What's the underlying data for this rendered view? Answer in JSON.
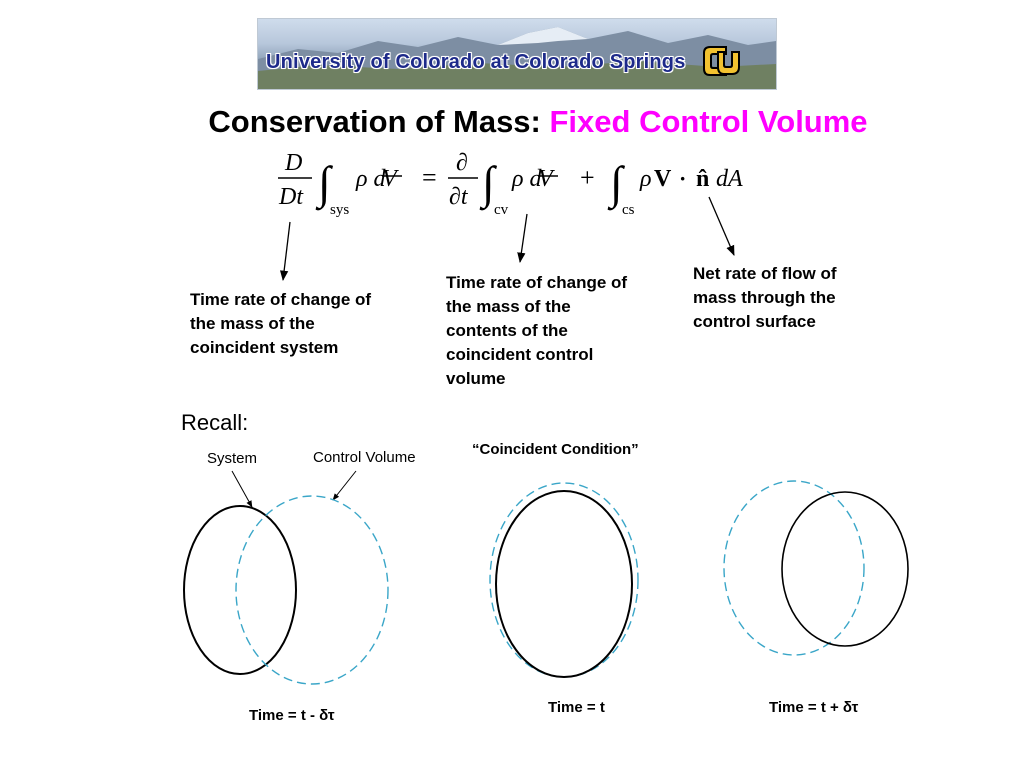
{
  "banner": {
    "institution": "University of Colorado at Colorado Springs",
    "logo_icon": "cu-logo-icon"
  },
  "slide": {
    "title_main": "Conservation of Mass:",
    "title_highlight": "Fixed Control Volume",
    "highlight_color": "#ff00ff"
  },
  "equation": {
    "lhs_numer": "D",
    "lhs_denom": "Dt",
    "integral_1_sub": "sys",
    "integrand_1": "ρ d",
    "volume_symbol": "V",
    "equals": "=",
    "partial_numer": "∂",
    "partial_denom": "∂t",
    "integral_2_sub": "cv",
    "integrand_2": "ρ d",
    "plus": "+",
    "integral_3_sub": "cs",
    "rho": "ρ",
    "velocity": "V",
    "dot": "·",
    "normal": "n̂",
    "dA": "dA"
  },
  "annotations": {
    "system": [
      "Time rate of change of",
      "the mass of the",
      "coincident system"
    ],
    "control_volume": [
      "Time rate of change of",
      "the mass of the",
      "contents of the",
      "coincident control",
      "volume"
    ],
    "surface": [
      "Net rate of flow of",
      "mass through the",
      "control surface"
    ]
  },
  "recall": {
    "heading": "Recall:",
    "condition_label": "“Coincident Condition”",
    "legend_system": "System",
    "legend_cv": "Control Volume",
    "system_color": "#000000",
    "cv_color": "#3aa6c8",
    "time_before": "Time = t - δτ",
    "time_now": "Time = t",
    "time_after": "Time = t  + δτ"
  }
}
